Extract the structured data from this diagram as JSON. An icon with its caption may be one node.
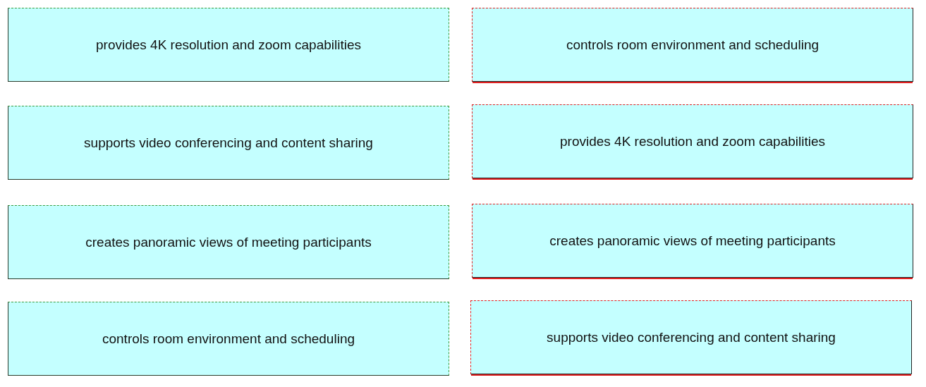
{
  "diagram": {
    "nodes": [
      {
        "text": [
          "provides 4K resolution and zoom capabilities"
        ]
      },
      {
        "text": [
          "controls room environment and scheduling"
        ]
      },
      {
        "text": [
          "supports video conferencing and content sharing"
        ]
      },
      {
        "text": [
          "provides 4K resolution and zoom capabilities"
        ]
      },
      {
        "text": [
          "creates panoramic views of meeting participants"
        ]
      },
      {
        "text": [
          "creates panoramic views of meeting participants"
        ]
      },
      {
        "text": [
          "controls room environment and scheduling"
        ]
      },
      {
        "text": [
          "supports video conferencing and content sharing"
        ]
      }
    ]
  }
}
